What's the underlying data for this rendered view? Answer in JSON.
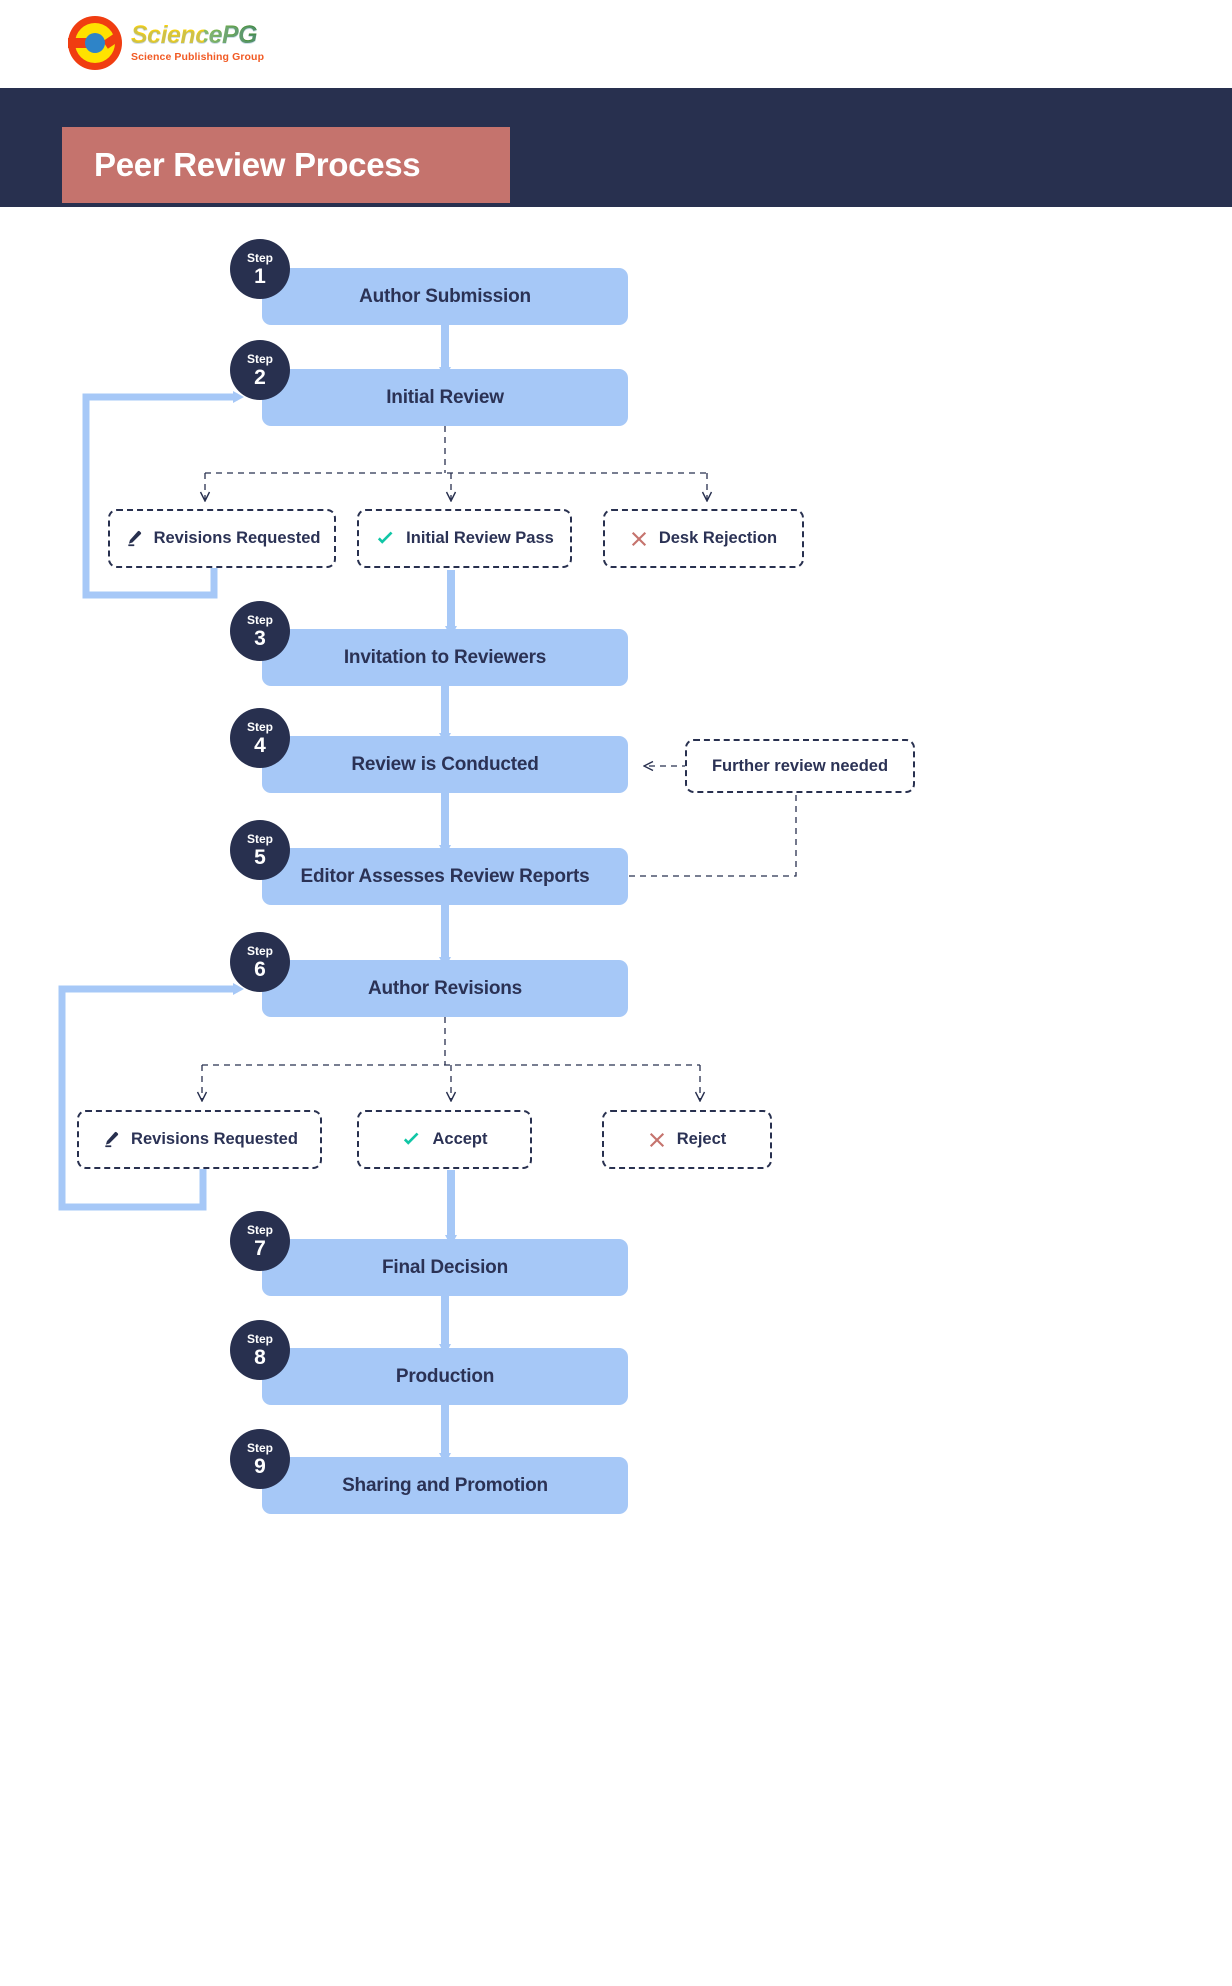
{
  "brand": {
    "logo_icon": "sciencepg-circle-logo",
    "name": "SciencePG",
    "tagline": "Science Publishing Group"
  },
  "header": {
    "title": "Peer Review Process",
    "band_color": "#28304f",
    "chip_color": "#c5736d"
  },
  "colors": {
    "navy": "#28304f",
    "step_box": "#a6c8f7",
    "arrow": "#a6c8f7",
    "accent_rose": "#c5736d",
    "check_green": "#10c6a6",
    "reject_red": "#c5736d",
    "text": "#2b3255"
  },
  "steps": [
    {
      "step_word": "Step",
      "number": "1",
      "label": "Author Submission"
    },
    {
      "step_word": "Step",
      "number": "2",
      "label": "Initial Review"
    },
    {
      "step_word": "Step",
      "number": "3",
      "label": "Invitation to Reviewers"
    },
    {
      "step_word": "Step",
      "number": "4",
      "label": "Review is Conducted"
    },
    {
      "step_word": "Step",
      "number": "5",
      "label": "Editor Assesses Review Reports"
    },
    {
      "step_word": "Step",
      "number": "6",
      "label": "Author Revisions"
    },
    {
      "step_word": "Step",
      "number": "7",
      "label": "Final Decision"
    },
    {
      "step_word": "Step",
      "number": "8",
      "label": "Production"
    },
    {
      "step_word": "Step",
      "number": "9",
      "label": "Sharing and Promotion"
    }
  ],
  "branch_one": {
    "from_step": "2",
    "outcomes": [
      {
        "label": "Revisions Requested",
        "icon": "pencil-icon",
        "icon_color": "#28304f"
      },
      {
        "label": "Initial Review Pass",
        "icon": "check-icon",
        "icon_color": "#10c6a6"
      },
      {
        "label": "Desk Rejection",
        "icon": "cross-icon",
        "icon_color": "#c5736d"
      }
    ]
  },
  "branch_two": {
    "from_step": "6",
    "outcomes": [
      {
        "label": "Revisions Requested",
        "icon": "pencil-icon",
        "icon_color": "#28304f"
      },
      {
        "label": "Accept",
        "icon": "check-icon",
        "icon_color": "#10c6a6"
      },
      {
        "label": "Reject",
        "icon": "cross-icon",
        "icon_color": "#c5736d"
      }
    ]
  },
  "side_note": {
    "label": "Further review needed",
    "target_step": "4",
    "source_step": "5"
  },
  "chart_data": {
    "type": "flowchart",
    "title": "Peer Review Process",
    "nodes": [
      {
        "id": "s1",
        "kind": "process",
        "label": "Author Submission",
        "step": 1
      },
      {
        "id": "s2",
        "kind": "process",
        "label": "Initial Review",
        "step": 2
      },
      {
        "id": "b1a",
        "kind": "outcome",
        "label": "Revisions Requested"
      },
      {
        "id": "b1b",
        "kind": "outcome",
        "label": "Initial Review Pass"
      },
      {
        "id": "b1c",
        "kind": "outcome",
        "label": "Desk Rejection"
      },
      {
        "id": "s3",
        "kind": "process",
        "label": "Invitation to Reviewers",
        "step": 3
      },
      {
        "id": "s4",
        "kind": "process",
        "label": "Review is Conducted",
        "step": 4
      },
      {
        "id": "s5",
        "kind": "process",
        "label": "Editor Assesses Review Reports",
        "step": 5
      },
      {
        "id": "note",
        "kind": "note",
        "label": "Further review needed"
      },
      {
        "id": "s6",
        "kind": "process",
        "label": "Author Revisions",
        "step": 6
      },
      {
        "id": "b2a",
        "kind": "outcome",
        "label": "Revisions Requested"
      },
      {
        "id": "b2b",
        "kind": "outcome",
        "label": "Accept"
      },
      {
        "id": "b2c",
        "kind": "outcome",
        "label": "Reject"
      },
      {
        "id": "s7",
        "kind": "process",
        "label": "Final Decision",
        "step": 7
      },
      {
        "id": "s8",
        "kind": "process",
        "label": "Production",
        "step": 8
      },
      {
        "id": "s9",
        "kind": "process",
        "label": "Sharing and Promotion",
        "step": 9
      }
    ],
    "edges": [
      {
        "from": "s1",
        "to": "s2",
        "style": "solid"
      },
      {
        "from": "s2",
        "to": "b1a",
        "style": "dashed"
      },
      {
        "from": "s2",
        "to": "b1b",
        "style": "dashed"
      },
      {
        "from": "s2",
        "to": "b1c",
        "style": "dashed"
      },
      {
        "from": "b1a",
        "to": "s2",
        "style": "solid-loop"
      },
      {
        "from": "b1b",
        "to": "s3",
        "style": "solid"
      },
      {
        "from": "s3",
        "to": "s4",
        "style": "solid"
      },
      {
        "from": "s4",
        "to": "s5",
        "style": "solid"
      },
      {
        "from": "s5",
        "to": "note",
        "style": "dashed"
      },
      {
        "from": "note",
        "to": "s4",
        "style": "dashed"
      },
      {
        "from": "s5",
        "to": "s6",
        "style": "solid"
      },
      {
        "from": "s6",
        "to": "b2a",
        "style": "dashed"
      },
      {
        "from": "s6",
        "to": "b2b",
        "style": "dashed"
      },
      {
        "from": "s6",
        "to": "b2c",
        "style": "dashed"
      },
      {
        "from": "b2a",
        "to": "s6",
        "style": "solid-loop"
      },
      {
        "from": "b2b",
        "to": "s7",
        "style": "solid"
      },
      {
        "from": "s7",
        "to": "s8",
        "style": "solid"
      },
      {
        "from": "s8",
        "to": "s9",
        "style": "solid"
      }
    ]
  }
}
